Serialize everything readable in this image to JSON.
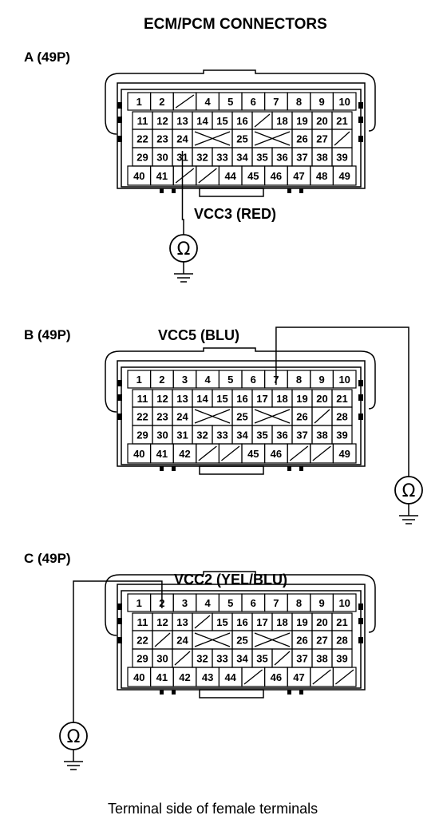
{
  "title": "ECM/PCM CONNECTORS",
  "footer": "Terminal side of female terminals",
  "connectors": [
    {
      "label": "A (49P)",
      "probe_label": "VCC3 (RED)",
      "probe_terminal": "31",
      "rows": [
        [
          "1",
          "2",
          "/",
          "4",
          "5",
          "6",
          "7",
          "8",
          "9",
          "10"
        ],
        [
          "11",
          "12",
          "13",
          "14",
          "15",
          "16",
          "/",
          "18",
          "19",
          "20",
          "21"
        ],
        [
          "22",
          "23",
          "24",
          "X",
          "25",
          "X",
          "26",
          "27",
          "/"
        ],
        [
          "29",
          "30",
          "31",
          "32",
          "33",
          "34",
          "35",
          "36",
          "37",
          "38",
          "39"
        ],
        [
          "40",
          "41",
          "/",
          "/",
          "44",
          "45",
          "46",
          "47",
          "48",
          "49"
        ]
      ]
    },
    {
      "label": "B (49P)",
      "probe_label": "VCC5 (BLU)",
      "probe_terminal": "7",
      "rows": [
        [
          "1",
          "2",
          "3",
          "4",
          "5",
          "6",
          "7",
          "8",
          "9",
          "10"
        ],
        [
          "11",
          "12",
          "13",
          "14",
          "15",
          "16",
          "17",
          "18",
          "19",
          "20",
          "21"
        ],
        [
          "22",
          "23",
          "24",
          "X",
          "25",
          "X",
          "26",
          "/",
          "28"
        ],
        [
          "29",
          "30",
          "31",
          "32",
          "33",
          "34",
          "35",
          "36",
          "37",
          "38",
          "39"
        ],
        [
          "40",
          "41",
          "42",
          "/",
          "/",
          "45",
          "46",
          "/",
          "/",
          "49"
        ]
      ]
    },
    {
      "label": "C (49P)",
      "probe_label": "VCC2 (YEL/BLU)",
      "probe_terminal": "2",
      "rows": [
        [
          "1",
          "2",
          "3",
          "4",
          "5",
          "6",
          "7",
          "8",
          "9",
          "10"
        ],
        [
          "11",
          "12",
          "13",
          "/",
          "15",
          "16",
          "17",
          "18",
          "19",
          "20",
          "21"
        ],
        [
          "22",
          "/",
          "24",
          "X",
          "25",
          "X",
          "26",
          "27",
          "28"
        ],
        [
          "29",
          "30",
          "/",
          "32",
          "33",
          "34",
          "35",
          "/",
          "37",
          "38",
          "39"
        ],
        [
          "40",
          "41",
          "42",
          "43",
          "44",
          "/",
          "46",
          "47",
          "/",
          "/"
        ]
      ]
    }
  ]
}
